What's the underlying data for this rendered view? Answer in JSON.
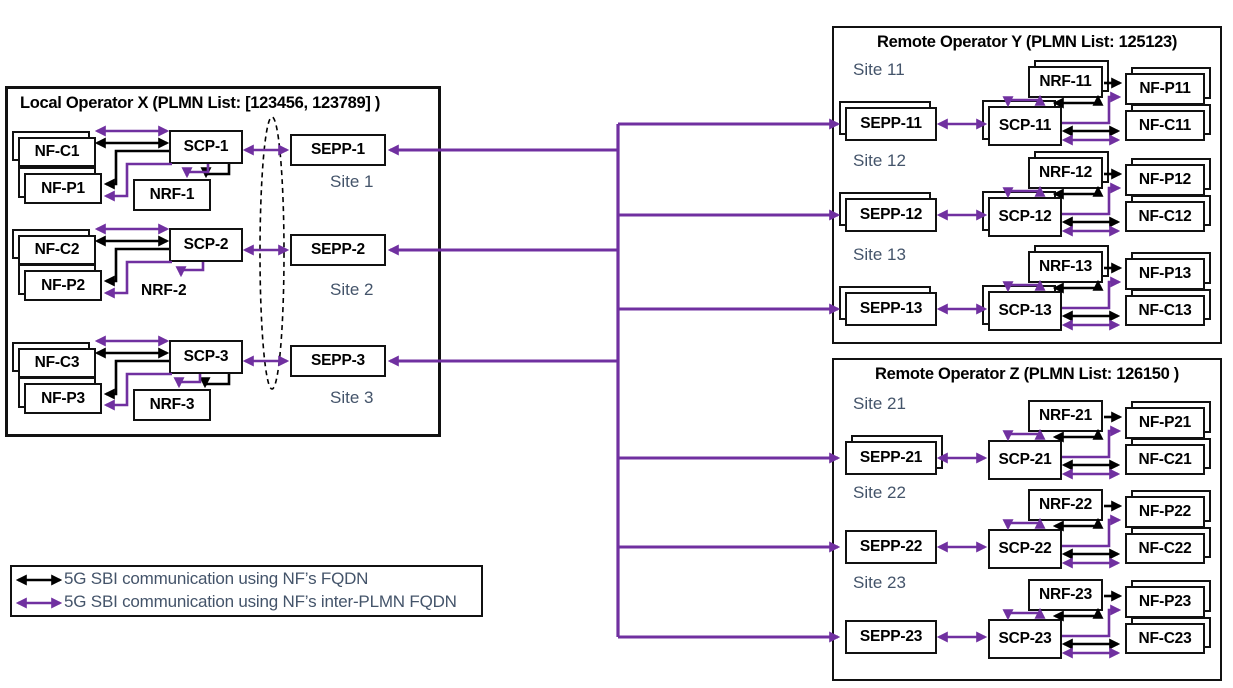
{
  "local_operator": {
    "title": "Local Operator X (PLMN List: [123456, 123789] )",
    "sites": [
      {
        "label": "Site 1",
        "nf_c": "NF-C1",
        "nf_p": "NF-P1",
        "scp": "SCP-1",
        "nrf": "NRF-1",
        "sepp": "SEPP-1"
      },
      {
        "label": "Site 2",
        "nf_c": "NF-C2",
        "nf_p": "NF-P2",
        "scp": "SCP-2",
        "nrf": "NRF-2",
        "sepp": "SEPP-2"
      },
      {
        "label": "Site 3",
        "nf_c": "NF-C3",
        "nf_p": "NF-P3",
        "scp": "SCP-3",
        "nrf": "NRF-3",
        "sepp": "SEPP-3"
      }
    ]
  },
  "remote_operator_y": {
    "title": "Remote Operator Y (PLMN List: 125123)",
    "sites": [
      {
        "label": "Site 11",
        "sepp": "SEPP-11",
        "scp": "SCP-11",
        "nrf": "NRF-11",
        "nf_p": "NF-P11",
        "nf_c": "NF-C11"
      },
      {
        "label": "Site 12",
        "sepp": "SEPP-12",
        "scp": "SCP-12",
        "nrf": "NRF-12",
        "nf_p": "NF-P12",
        "nf_c": "NF-C12"
      },
      {
        "label": "Site 13",
        "sepp": "SEPP-13",
        "scp": "SCP-13",
        "nrf": "NRF-13",
        "nf_p": "NF-P13",
        "nf_c": "NF-C13"
      }
    ]
  },
  "remote_operator_z": {
    "title": "Remote Operator Z (PLMN List: 126150 )",
    "sites": [
      {
        "label": "Site 21",
        "sepp": "SEPP-21",
        "scp": "SCP-21",
        "nrf": "NRF-21",
        "nf_p": "NF-P21",
        "nf_c": "NF-C21"
      },
      {
        "label": "Site 22",
        "sepp": "SEPP-22",
        "scp": "SCP-22",
        "nrf": "NRF-22",
        "nf_p": "NF-P22",
        "nf_c": "NF-C22"
      },
      {
        "label": "Site 23",
        "sepp": "SEPP-23",
        "scp": "SCP-23",
        "nrf": "NRF-23",
        "nf_p": "NF-P23",
        "nf_c": "NF-C23"
      }
    ]
  },
  "legend": {
    "items": [
      {
        "symbol": "black-double-arrow",
        "label": "5G SBI communication using NF’s FQDN"
      },
      {
        "symbol": "purple-double-arrow",
        "label": "5G SBI communication using NF’s inter-PLMN FQDN"
      }
    ]
  },
  "colors": {
    "sbi_fqdn_arrow": "#000000",
    "inter_plmn_arrow": "#7030A0",
    "site_label": "#44546A"
  }
}
